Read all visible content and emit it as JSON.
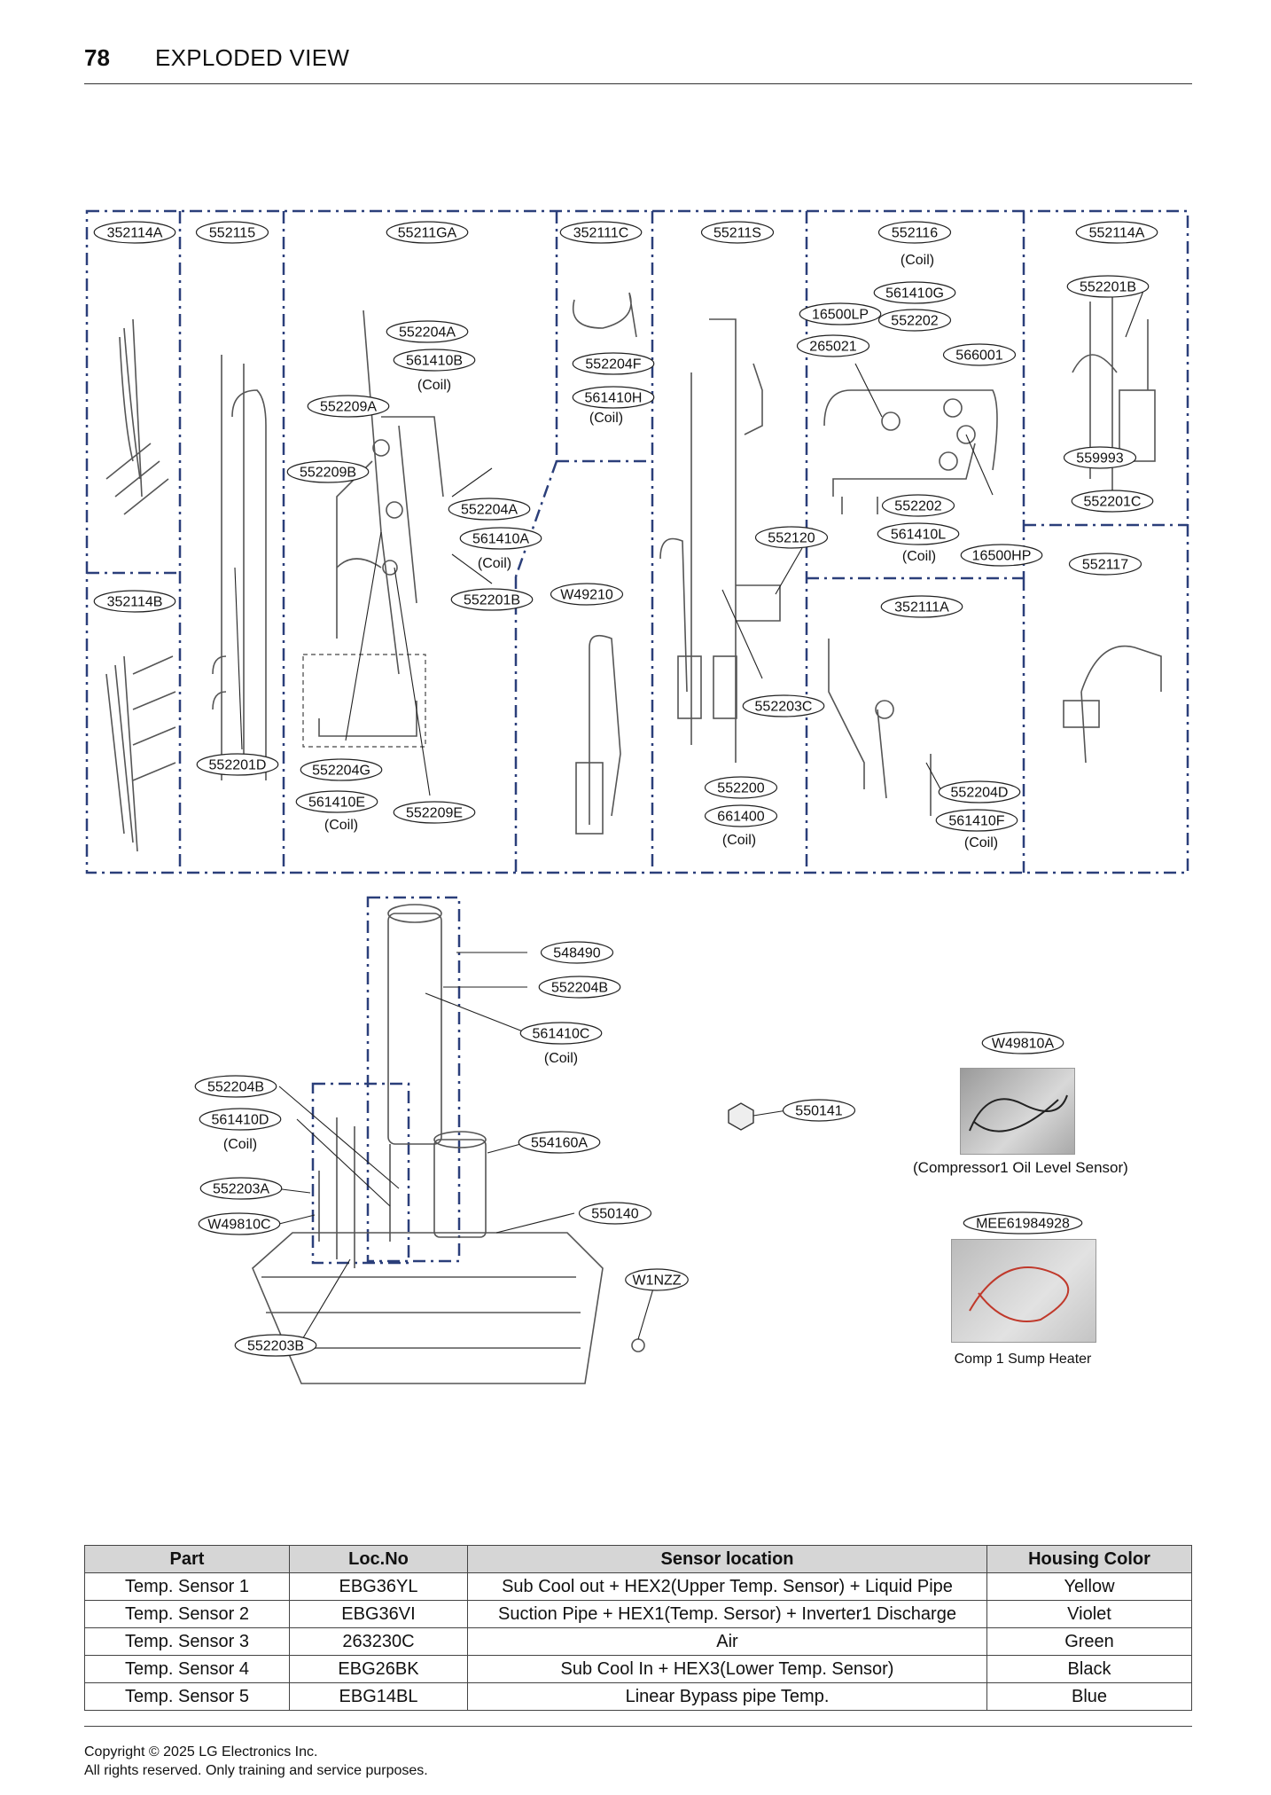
{
  "header": {
    "page_number": "78",
    "title": "EXPLODED VIEW"
  },
  "top_section": {
    "group_labels": [
      "352114A",
      "552115",
      "55211GA",
      "352111C",
      "55211S",
      "552116",
      "552114A",
      "352114B",
      "352111A",
      "552117"
    ],
    "part_labels": [
      "552204A",
      "561410B",
      "552209A",
      "552209B",
      "552204A",
      "561410A",
      "552201B",
      "552204G",
      "561410E",
      "552209E",
      "552204F",
      "561410H",
      "W49210",
      "552201D",
      "552120",
      "552203C",
      "552200",
      "661400",
      "16500LP",
      "265021",
      "561410G",
      "552202",
      "566001",
      "552202",
      "561410L",
      "16500HP",
      "552201B",
      "559993",
      "552201C",
      "552204D",
      "561410F"
    ],
    "coil_note": "(Coil)"
  },
  "bottom_section": {
    "part_labels": [
      "548490",
      "552204B",
      "561410C",
      "552204B",
      "561410D",
      "552203A",
      "W49810C",
      "554160A",
      "550140",
      "W1NZZ",
      "552203B",
      "550141"
    ],
    "coil_note": "(Coil)"
  },
  "accessories": [
    {
      "code": "W49810A",
      "caption": "(Compressor1 Oil Level Sensor)"
    },
    {
      "code": "MEE61984928",
      "caption": "Comp 1 Sump Heater"
    }
  ],
  "sensor_table": {
    "headers": [
      "Part",
      "Loc.No",
      "Sensor location",
      "Housing Color"
    ],
    "rows": [
      [
        "Temp. Sensor 1",
        "EBG36YL",
        "Sub Cool out + HEX2(Upper Temp. Sensor) + Liquid Pipe",
        "Yellow"
      ],
      [
        "Temp. Sensor 2",
        "EBG36VI",
        "Suction Pipe + HEX1(Temp. Sersor) + Inverter1 Discharge",
        "Violet"
      ],
      [
        "Temp. Sensor 3",
        "263230C",
        "Air",
        "Green"
      ],
      [
        "Temp. Sensor 4",
        "EBG26BK",
        "Sub Cool In + HEX3(Lower Temp. Sensor)",
        "Black"
      ],
      [
        "Temp. Sensor 5",
        "EBG14BL",
        "Linear Bypass pipe Temp.",
        "Blue"
      ]
    ]
  },
  "footer": {
    "copyright": "Copyright © 2025 LG Electronics Inc.",
    "rights": "All rights reserved. Only training and service purposes."
  },
  "colors": {
    "dash_frame": "#2b3f7a",
    "table_header_bg": "#d6d6d6"
  }
}
